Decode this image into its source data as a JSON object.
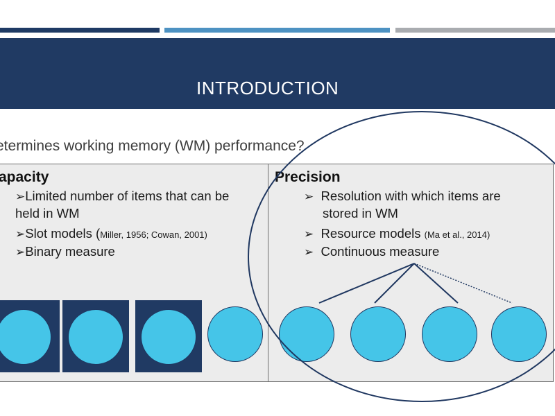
{
  "slide": {
    "title": "INTRODUCTION",
    "question": "etermines working memory (WM) performance?"
  },
  "capacity": {
    "heading": "apacity",
    "bullet_marker": "➢",
    "bullets": [
      {
        "text": "Limited number of items that can be",
        "citation": ""
      },
      {
        "text": "held in WM",
        "citation": ""
      },
      {
        "text": "Slot models (",
        "citation": "Miller, 1956; Cowan, 2001)"
      },
      {
        "text": "Binary measure",
        "citation": ""
      }
    ]
  },
  "precision": {
    "heading": "Precision",
    "bullet_marker": "➢",
    "bullets": [
      {
        "text": "Resolution with which items are",
        "citation": ""
      },
      {
        "text": "stored in WM",
        "citation": ""
      },
      {
        "text": "Resource models",
        "citation": "(Ma et al., 2014)"
      },
      {
        "text": "Continuous measure",
        "citation": ""
      }
    ]
  },
  "colors": {
    "header_navy": "#203a63",
    "item_cyan": "#45c5e8",
    "panel_gray": "#ececec"
  }
}
